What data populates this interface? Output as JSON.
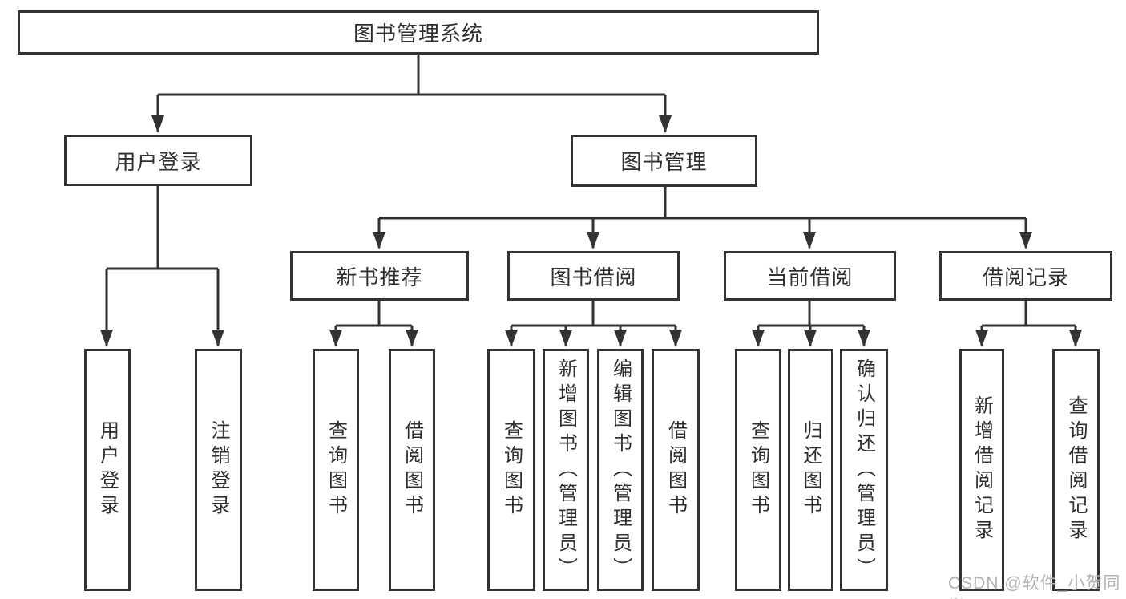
{
  "colors": {
    "canvas_bg": "#ffffff",
    "box_bg": "#ffffff",
    "line": "#333333",
    "text": "#2f2f2f",
    "watermark": "#b3b3b3"
  },
  "watermark": {
    "text": "CSDN @软件_小贺同学"
  },
  "diagram": {
    "root": {
      "label": "图书管理系统",
      "children": [
        {
          "label": "用户登录",
          "children": [
            {
              "label": "用户登录"
            },
            {
              "label": "注销登录"
            }
          ]
        },
        {
          "label": "图书管理",
          "children": [
            {
              "label": "新书推荐",
              "children": [
                {
                  "label": "查询图书"
                },
                {
                  "label": "借阅图书"
                }
              ]
            },
            {
              "label": "图书借阅",
              "children": [
                {
                  "label": "查询图书"
                },
                {
                  "label": "新增图书（管理员）"
                },
                {
                  "label": "编辑图书（管理员）"
                },
                {
                  "label": "借阅图书"
                }
              ]
            },
            {
              "label": "当前借阅",
              "children": [
                {
                  "label": "查询图书"
                },
                {
                  "label": "归还图书"
                },
                {
                  "label": "确认归还（管理员）"
                }
              ]
            },
            {
              "label": "借阅记录",
              "children": [
                {
                  "label": "新增借阅记录"
                },
                {
                  "label": "查询借阅记录"
                }
              ]
            }
          ]
        }
      ]
    }
  }
}
